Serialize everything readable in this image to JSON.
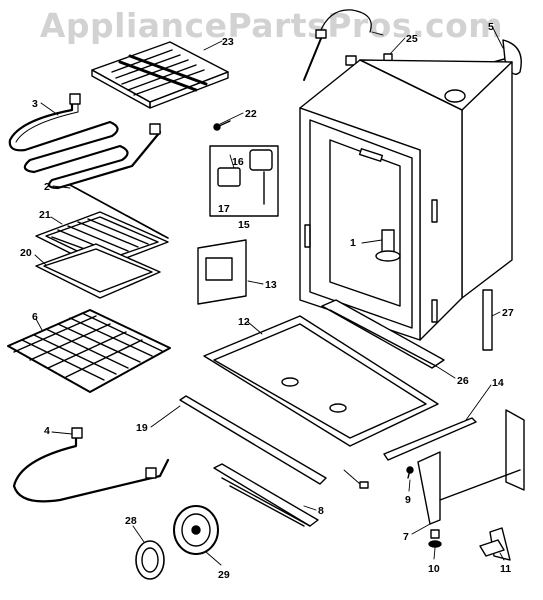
{
  "watermark": "AppliancePartsPros.com",
  "colors": {
    "line": "#000000",
    "background": "#ffffff",
    "watermark": "#d2d2d2"
  },
  "callouts": {
    "c1": "1",
    "c2": "2",
    "c3": "3",
    "c4": "4",
    "c5": "5",
    "c6": "6",
    "c7": "7",
    "c8": "8",
    "c9": "9",
    "c10": "10",
    "c11": "11",
    "c12": "12",
    "c13": "13",
    "c14": "14",
    "c15": "15",
    "c16": "16",
    "c17": "17",
    "c19": "19",
    "c20": "20",
    "c21": "21",
    "c22": "22",
    "c23": "23",
    "c25": "25",
    "c26": "26",
    "c27": "27",
    "c28": "28",
    "c29": "29"
  }
}
